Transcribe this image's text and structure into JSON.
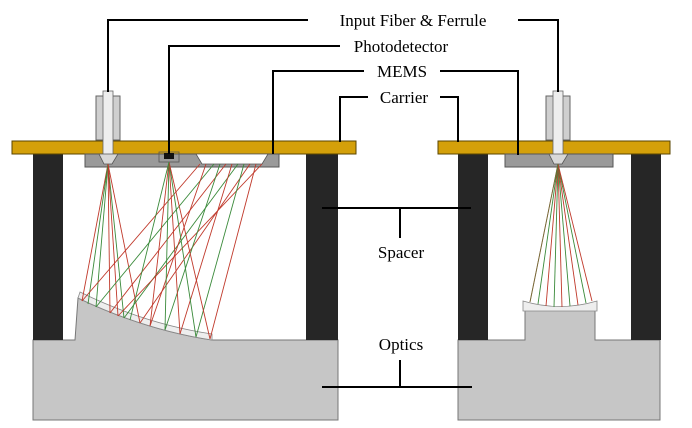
{
  "labels": {
    "input_fiber": "Input Fiber & Ferrule",
    "photodetector": "Photodetector",
    "mems": "MEMS",
    "carrier": "Carrier",
    "spacer": "Spacer",
    "optics": "Optics"
  },
  "colors": {
    "carrier": "#d4a00a",
    "spacer": "#262626",
    "optics": "#c6c6c6",
    "mems": "#9a9a9a",
    "ferrule": "#cfcfcf",
    "ray_red": "#c0392b",
    "ray_green": "#3a8a3a"
  }
}
